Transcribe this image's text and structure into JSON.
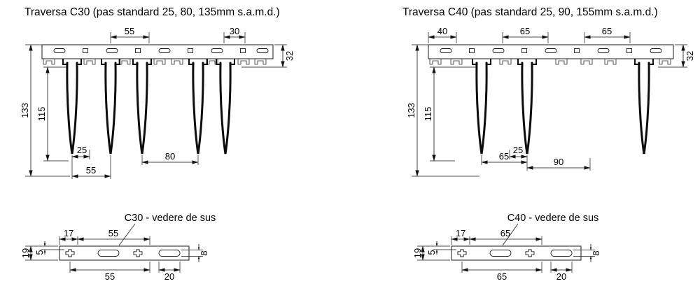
{
  "panels": [
    {
      "title": "Traversa C30 (pas standard 25, 80, 135mm s.a.m.d.)",
      "section": {
        "dim_top_1": "55",
        "dim_top_2": "30",
        "dim_rail_height": "32",
        "dim_overall_height": "133",
        "dim_blade_height": "115",
        "dim_bottom_gap": "25",
        "dim_bottom_span": "80",
        "dim_bottom_pitch": "55"
      },
      "top_view": {
        "caption": "C30 - vedere de sus",
        "dim_end_offset": "17",
        "dim_slot_pitch_top": "55",
        "dim_strip_width": "19",
        "dim_edge_margin": "5",
        "dim_slot_height": "8",
        "dim_slot_pitch_bottom": "55",
        "dim_slot_length": "20"
      }
    },
    {
      "title": "Traversa C40 (pas standard 25, 90, 155mm s.a.m.d.)",
      "section": {
        "dim_top_1": "40",
        "dim_top_2": "65",
        "dim_top_3": "65",
        "dim_rail_height": "32",
        "dim_overall_height": "133",
        "dim_blade_height": "115",
        "dim_bottom_gap": "25",
        "dim_bottom_pitch": "65",
        "dim_bottom_span": "90"
      },
      "top_view": {
        "caption": "C40 - vedere de sus",
        "dim_end_offset": "17",
        "dim_slot_pitch_top": "65",
        "dim_strip_width": "19",
        "dim_edge_margin": "5",
        "dim_slot_height": "8",
        "dim_slot_pitch_bottom": "65",
        "dim_slot_length": "20"
      }
    }
  ]
}
